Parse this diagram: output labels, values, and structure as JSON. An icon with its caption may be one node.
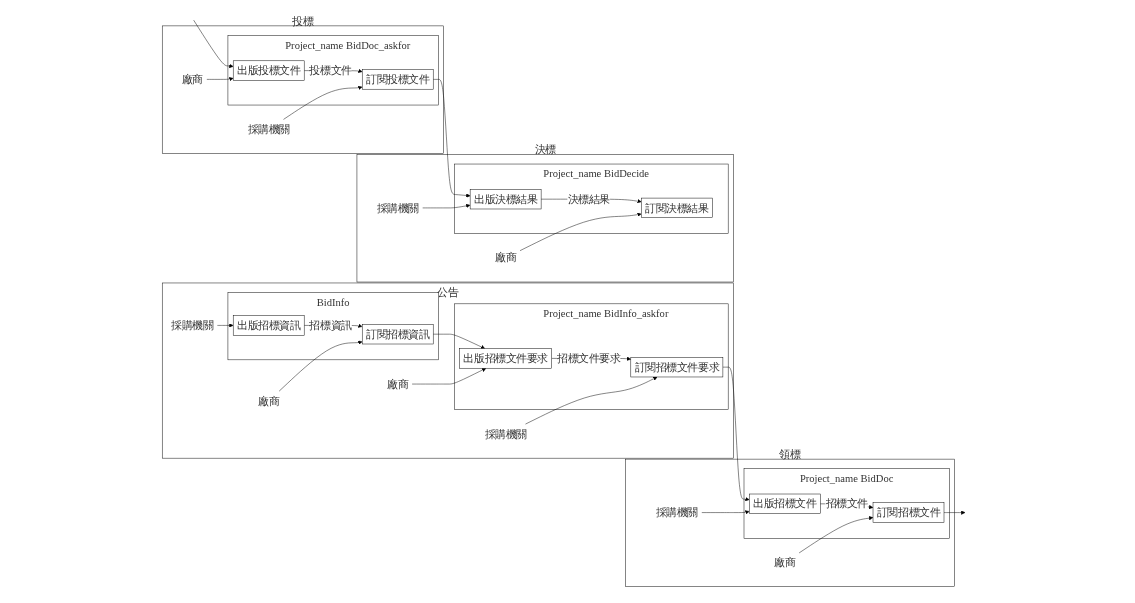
{
  "diagram": {
    "nodes": [
      {
        "text": [
          "公告"
        ]
      },
      {
        "text": [
          "BidInfo"
        ],
        "in": 0
      },
      {
        "text": [
          "出版招標資訊"
        ],
        "in": 1
      },
      {
        "text": [
          "訂閱招標資訊"
        ],
        "in": 1
      },
      {
        "text": [
          "Project_name BidInfo_askfor"
        ],
        "in": 0
      },
      {
        "text": [
          "出版招標文件要求"
        ],
        "in": 4
      },
      {
        "text": [
          "訂閱招標文件要求"
        ],
        "in": 4
      },
      {
        "text": [
          "採購機關"
        ],
        "in": 0
      },
      {
        "text": [
          "廠商"
        ],
        "in": 0
      },
      {
        "text": [
          "廠商"
        ],
        "in": 0
      },
      {
        "text": [
          "採購機關"
        ],
        "in": 0
      },
      {
        "text": [
          "領標"
        ]
      },
      {
        "text": [
          "Project_name BidDoc"
        ],
        "in": 11
      },
      {
        "text": [
          "出版招標文件"
        ],
        "in": 12
      },
      {
        "text": [
          "訂閱招標文件"
        ],
        "in": 12
      },
      {
        "text": [
          "採購機關"
        ],
        "in": 11
      },
      {
        "text": [
          "廠商"
        ],
        "in": 11
      },
      {
        "text": [
          "投標"
        ]
      },
      {
        "text": [
          "Project_name BidDoc_askfor"
        ],
        "in": 17
      },
      {
        "text": [
          "出版投標文件"
        ],
        "in": 18
      },
      {
        "text": [
          "訂閱投標文件"
        ],
        "in": 18
      },
      {
        "text": [
          "廠商"
        ],
        "in": 17
      },
      {
        "text": [
          "採購機關"
        ],
        "in": 17
      },
      {
        "text": [
          "決標"
        ]
      },
      {
        "text": [
          "Project_name BidDecide"
        ],
        "in": 23
      },
      {
        "text": [
          "出版決標結果"
        ],
        "in": 24
      },
      {
        "text": [
          "訂閱決標結果"
        ],
        "in": 24
      },
      {
        "text": [
          "採購機關"
        ],
        "in": 23
      },
      {
        "text": [
          "廠商"
        ],
        "in": 23
      }
    ],
    "edges": [
      {
        "from": 2,
        "to": 3,
        "arrow": "to",
        "label": "招標資訊"
      },
      {
        "from": 7,
        "to": 2,
        "arrow": "to"
      },
      {
        "from": 8,
        "to": 3,
        "arrow": "to"
      },
      {
        "from": 3,
        "to": 5,
        "arrow": "to"
      },
      {
        "from": 5,
        "to": 6,
        "arrow": "to",
        "label": "招標文件要求"
      },
      {
        "from": 9,
        "to": 5,
        "arrow": "to"
      },
      {
        "from": 10,
        "to": 6,
        "arrow": "to"
      },
      {
        "from": 6,
        "to": 13,
        "arrow": "to"
      },
      {
        "from": 13,
        "to": 14,
        "arrow": "to",
        "label": "招標文件"
      },
      {
        "from": 15,
        "to": 13,
        "arrow": "to"
      },
      {
        "from": 16,
        "to": 14,
        "arrow": "to"
      },
      {
        "from": 14,
        "to": null,
        "arrow": "to"
      },
      {
        "from": null,
        "to": 19,
        "arrow": "to"
      },
      {
        "from": 19,
        "to": 20,
        "arrow": "to",
        "label": "投標文件"
      },
      {
        "from": 21,
        "to": 19,
        "arrow": "to"
      },
      {
        "from": 22,
        "to": 20,
        "arrow": "to"
      },
      {
        "from": 20,
        "to": 25,
        "arrow": "to"
      },
      {
        "from": 25,
        "to": 26,
        "arrow": "to",
        "label": "決標結果"
      },
      {
        "from": 27,
        "to": 25,
        "arrow": "to"
      },
      {
        "from": 28,
        "to": 26,
        "arrow": "to"
      }
    ]
  }
}
